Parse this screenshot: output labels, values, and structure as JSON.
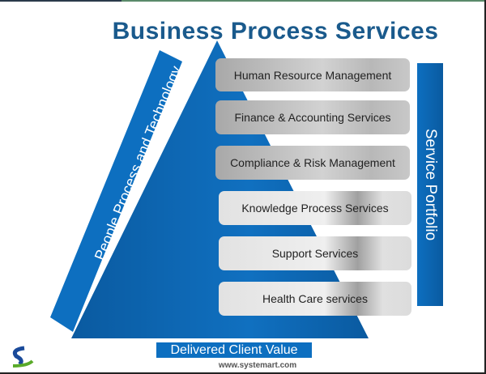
{
  "title": "Business Process Services",
  "side_label": "People Process and Technology",
  "services": [
    {
      "label": "Human Resource Management",
      "style": "dark"
    },
    {
      "label": "Finance & Accounting Services",
      "style": "dark"
    },
    {
      "label": "Compliance & Risk Management",
      "style": "dark"
    },
    {
      "label": "Knowledge Process Services",
      "style": "light"
    },
    {
      "label": "Support Services",
      "style": "light"
    },
    {
      "label": "Health Care services",
      "style": "light"
    }
  ],
  "portfolio_label": "Service Portfolio",
  "bottom_label": "Delivered Client Value",
  "website": "www.systemart.com",
  "colors": {
    "blue": "#0d6fc0",
    "title": "#1a5a8c"
  }
}
